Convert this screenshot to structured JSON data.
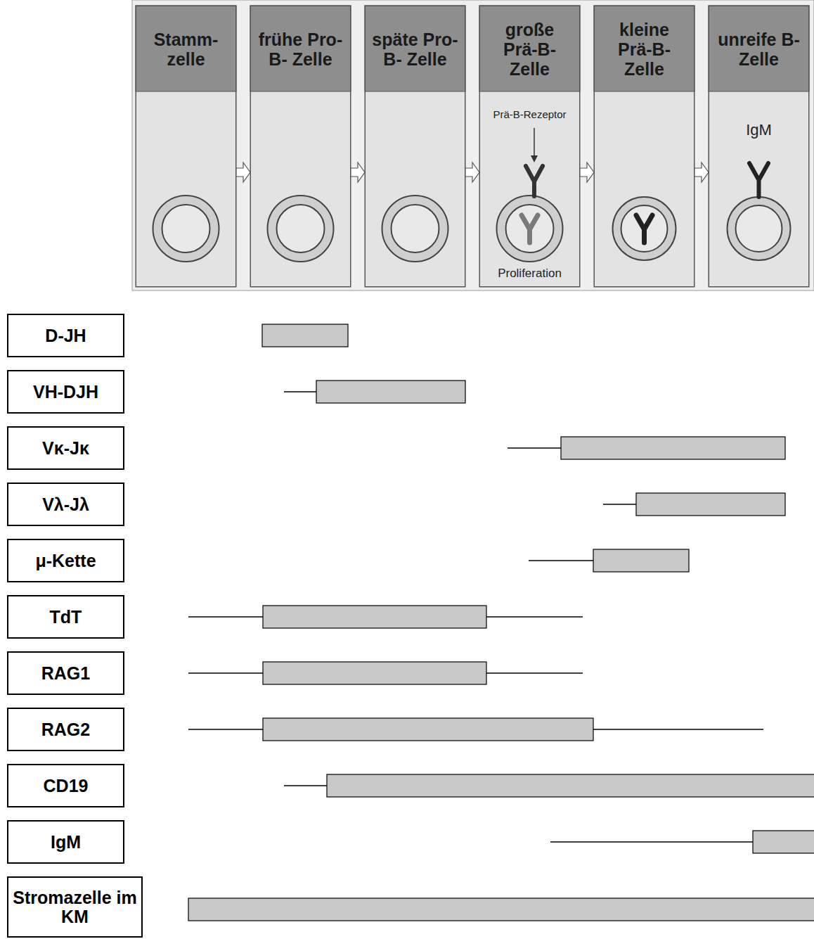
{
  "diagram": {
    "nodes": [
      {
        "text": [
          "Stamm- zelle"
        ]
      },
      {
        "text": [
          "frühe Pro-B- Zelle"
        ]
      },
      {
        "text": [
          "späte Pro-B- Zelle"
        ]
      },
      {
        "text": [
          "große Prä-B- Zelle"
        ]
      },
      {
        "text": [
          "kleine Prä-B- Zelle"
        ]
      },
      {
        "text": [
          "unreife B-Zelle"
        ]
      },
      {
        "text": [
          "D-JH"
        ]
      },
      {
        "text": [
          "VH-DJH"
        ]
      },
      {
        "text": [
          "Vκ-Jκ"
        ]
      },
      {
        "text": [
          "Vλ-Jλ"
        ]
      },
      {
        "text": [
          "μ-Kette"
        ]
      },
      {
        "text": [
          "TdT"
        ]
      },
      {
        "text": [
          "RAG1"
        ]
      },
      {
        "text": [
          "RAG2"
        ]
      },
      {
        "text": [
          "CD19"
        ]
      },
      {
        "text": [
          "IgM"
        ]
      },
      {
        "text": [
          "Stromazelle im KM"
        ]
      }
    ],
    "edges": [
      {
        "from": 0,
        "to": 1,
        "arrow": "to"
      },
      {
        "from": 1,
        "to": 2,
        "arrow": "to"
      },
      {
        "from": 2,
        "to": 3,
        "arrow": "to"
      },
      {
        "from": 3,
        "to": 4,
        "arrow": "to"
      },
      {
        "from": 4,
        "to": 5,
        "arrow": "to"
      }
    ],
    "labels": [
      "Prä-B-Rezeptor",
      "Proliferation",
      "IgM"
    ]
  }
}
